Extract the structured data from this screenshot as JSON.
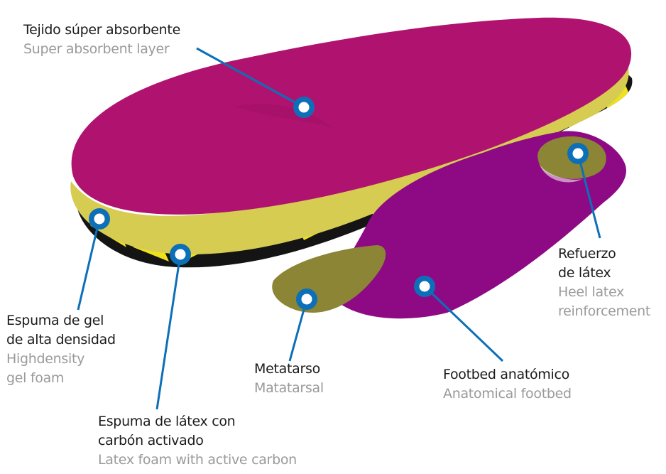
{
  "colors": {
    "top_fabric": "#b0136f",
    "foam_layer": "#d6cc52",
    "carbon_layer": "#141414",
    "carbon_pattern": "#f0e21a",
    "footbed": "#8e0a85",
    "pad": "#8b8535",
    "leader_line": "#0d6fb8",
    "marker_ring": "#0d6fb8",
    "label_primary": "#1b1b1b",
    "label_secondary": "#9a9a9a"
  },
  "callouts": [
    {
      "id": "top-fabric",
      "es_lines": [
        "Tejido súper absorbente"
      ],
      "en_lines": [
        "Super absorbent layer"
      ]
    },
    {
      "id": "gel-foam",
      "es_lines": [
        "Espuma de gel",
        "de alta densidad"
      ],
      "en_lines": [
        "Highdensity",
        "gel foam"
      ]
    },
    {
      "id": "latex-foam",
      "es_lines": [
        "Espuma de látex con",
        "carbón activado"
      ],
      "en_lines": [
        "Latex foam with active carbon"
      ]
    },
    {
      "id": "metatarsal",
      "es_lines": [
        "Metatarso"
      ],
      "en_lines": [
        "Matatarsal"
      ]
    },
    {
      "id": "footbed",
      "es_lines": [
        "Footbed anatómico"
      ],
      "en_lines": [
        "Anatomical footbed"
      ]
    },
    {
      "id": "heel",
      "es_lines": [
        "Refuerzo",
        "de látex"
      ],
      "en_lines": [
        "Heel latex",
        "reinforcement"
      ]
    }
  ]
}
